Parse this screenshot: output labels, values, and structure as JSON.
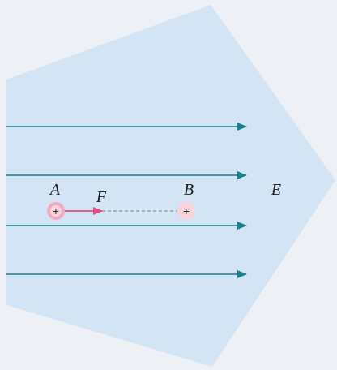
{
  "labels": {
    "point_a": "A",
    "point_b": "B",
    "force": "F",
    "field": "E"
  },
  "charges": {
    "a_sign": "+",
    "b_sign": "+"
  },
  "colors": {
    "background": "#edf1f6",
    "field_region": "#d3e4f5",
    "field_lines": "#15828e",
    "force_arrow": "#e24d7e",
    "charge_a_fill": "#f1a9bf",
    "charge_b_fill": "#f7d3de",
    "path_dashes": "#8b96a3"
  }
}
